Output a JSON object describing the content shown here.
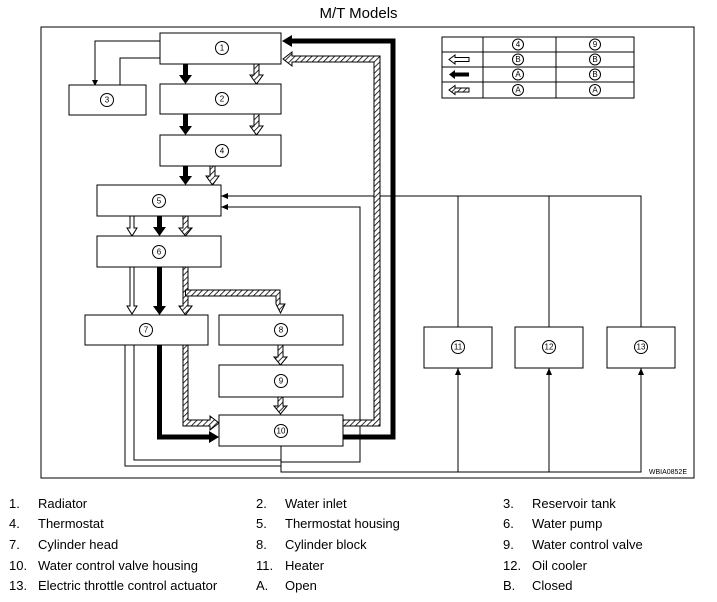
{
  "title": "M/T Models",
  "figure_code": "WBIA0852E",
  "components": {
    "c1": "1",
    "c2": "2",
    "c3": "3",
    "c4": "4",
    "c5": "5",
    "c6": "6",
    "c7": "7",
    "c8": "8",
    "c9": "9",
    "c10": "10",
    "c11": "11",
    "c12": "12",
    "c13": "13"
  },
  "flow_table": {
    "headers": [
      "4",
      "9"
    ],
    "rows": [
      {
        "arrow": "white-arrow-icon",
        "values": [
          "B",
          "B"
        ]
      },
      {
        "arrow": "black-arrow-icon",
        "values": [
          "A",
          "B"
        ]
      },
      {
        "arrow": "hatched-arrow-icon",
        "values": [
          "A",
          "A"
        ]
      }
    ]
  },
  "legend": [
    {
      "num": "1.",
      "text": "Radiator"
    },
    {
      "num": "2.",
      "text": "Water inlet"
    },
    {
      "num": "3.",
      "text": "Reservoir tank"
    },
    {
      "num": "4.",
      "text": "Thermostat"
    },
    {
      "num": "5.",
      "text": "Thermostat housing"
    },
    {
      "num": "6.",
      "text": "Water pump"
    },
    {
      "num": "7.",
      "text": "Cylinder head"
    },
    {
      "num": "8.",
      "text": "Cylinder block"
    },
    {
      "num": "9.",
      "text": "Water control valve"
    },
    {
      "num": "10.",
      "text": "Water control valve housing"
    },
    {
      "num": "11.",
      "text": "Heater"
    },
    {
      "num": "12.",
      "text": "Oil cooler"
    },
    {
      "num": "13.",
      "text": "Electric throttle control actuator"
    },
    {
      "num": "A.",
      "text": "Open"
    },
    {
      "num": "B.",
      "text": "Closed"
    }
  ]
}
